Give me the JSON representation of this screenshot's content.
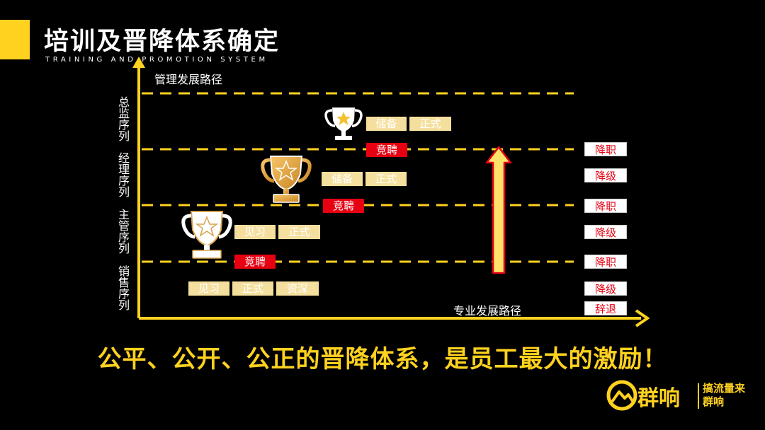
{
  "header": {
    "title": "培训及晋降体系确定",
    "subtitle": "TRAINING AND PROMOTION SYSTEM"
  },
  "axes": {
    "y_label": "管理发展路径",
    "x_label": "专业发展路径"
  },
  "sequences": [
    {
      "label": "总监序列"
    },
    {
      "label": "经理序列"
    },
    {
      "label": "主管序列"
    },
    {
      "label": "销售序列"
    }
  ],
  "tiers": {
    "director": {
      "tags": [
        "储备",
        "正式"
      ],
      "compete": "竞聘"
    },
    "manager": {
      "tags": [
        "储备",
        "正式"
      ],
      "compete": "竞聘"
    },
    "supervisor": {
      "tags": [
        "见习",
        "正式"
      ],
      "compete": "竞聘"
    },
    "sales": {
      "tags": [
        "见习",
        "正式",
        "资深"
      ]
    }
  },
  "right_actions": [
    "降职",
    "降级",
    "降职",
    "降级",
    "降职",
    "降级",
    "辞退"
  ],
  "slogan": "公平、公开、公正的晋降体系，是员工最大的激励！",
  "logo": {
    "name": "群响",
    "tagline": "搞流量来群响"
  },
  "colors": {
    "accent": "#FFD21F",
    "tag_bg": "#F5DF9E",
    "compete_red": "#E60012",
    "background": "#000000"
  },
  "icons": [
    "trophy-icon",
    "up-arrow-icon",
    "logo-mountain-icon"
  ]
}
